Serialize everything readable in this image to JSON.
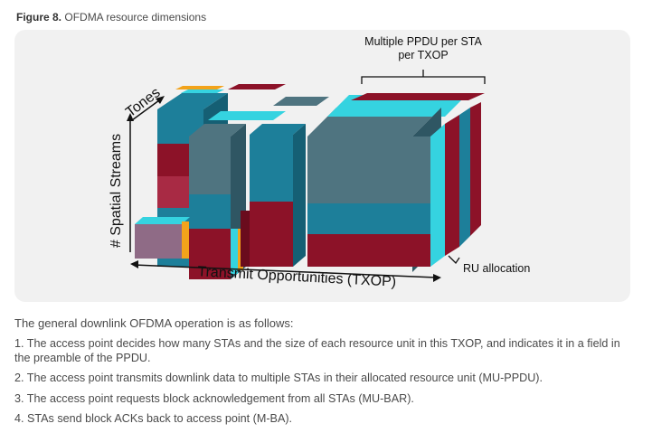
{
  "caption": {
    "label": "Figure 8.",
    "title": "OFDMA resource dimensions"
  },
  "figure": {
    "label_ppdu_line1": "Multiple PPDU per STA",
    "label_ppdu_line2": "per TXOP",
    "label_tones": "Tones",
    "label_streams": "# Spatial Streams",
    "label_txop": "Transmit Opportunities (TXOP)",
    "label_ru": "RU allocation",
    "colors": {
      "teal": "#1d7f9a",
      "teal_dark": "#155f74",
      "maroon": "#8c1228",
      "maroon_dark": "#6a0c1d",
      "cyan": "#35d3e0",
      "orange": "#f2a31b",
      "slate": "#4f7480",
      "mauve": "#8f6b86"
    }
  },
  "body": {
    "intro": "The general downlink OFDMA operation is as follows:",
    "steps": [
      "1. The access point decides how many STAs and the size of each resource unit in this TXOP, and indicates it in a field in the preamble of the PPDU.",
      "2. The access point transmits downlink data to multiple STAs in their allocated resource unit (MU-PPDU).",
      "3. The access point requests block acknowledgement from all STAs (MU-BAR).",
      "4. STAs send block ACKs back to access point (M-BA)."
    ]
  }
}
